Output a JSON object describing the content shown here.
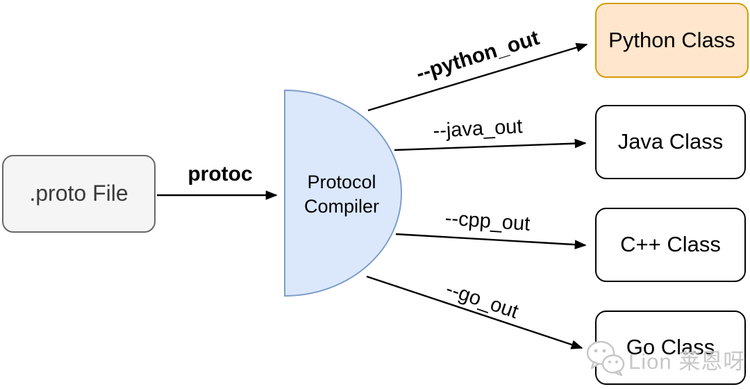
{
  "diagram": {
    "proto_file": {
      "label": ".proto File"
    },
    "protoc": {
      "label": "protoc"
    },
    "compiler": {
      "line1": "Protocol",
      "line2": "Compiler"
    },
    "outputs": [
      {
        "flag": "--python_out",
        "target": "Python Class",
        "highlighted": true
      },
      {
        "flag": "--java_out",
        "target": "Java Class",
        "highlighted": false
      },
      {
        "flag": "--cpp_out",
        "target": "C++ Class",
        "highlighted": false
      },
      {
        "flag": "--go_out",
        "target": "Go Class",
        "highlighted": false
      }
    ],
    "watermark": {
      "text": "Lion 莱恩呀",
      "icon": "wechat-chat-bubbles-icon"
    },
    "colors": {
      "compiler_fill": "#dbe8fc",
      "compiler_border": "#7e9cc9",
      "python_fill": "#ffe6cc",
      "python_border": "#d79b00",
      "proto_fill": "#f5f5f5",
      "proto_border": "#666666",
      "class_fill": "#ffffff",
      "class_border": "#000000",
      "arrow": "#000000",
      "watermark": "#c7c7c7"
    }
  }
}
